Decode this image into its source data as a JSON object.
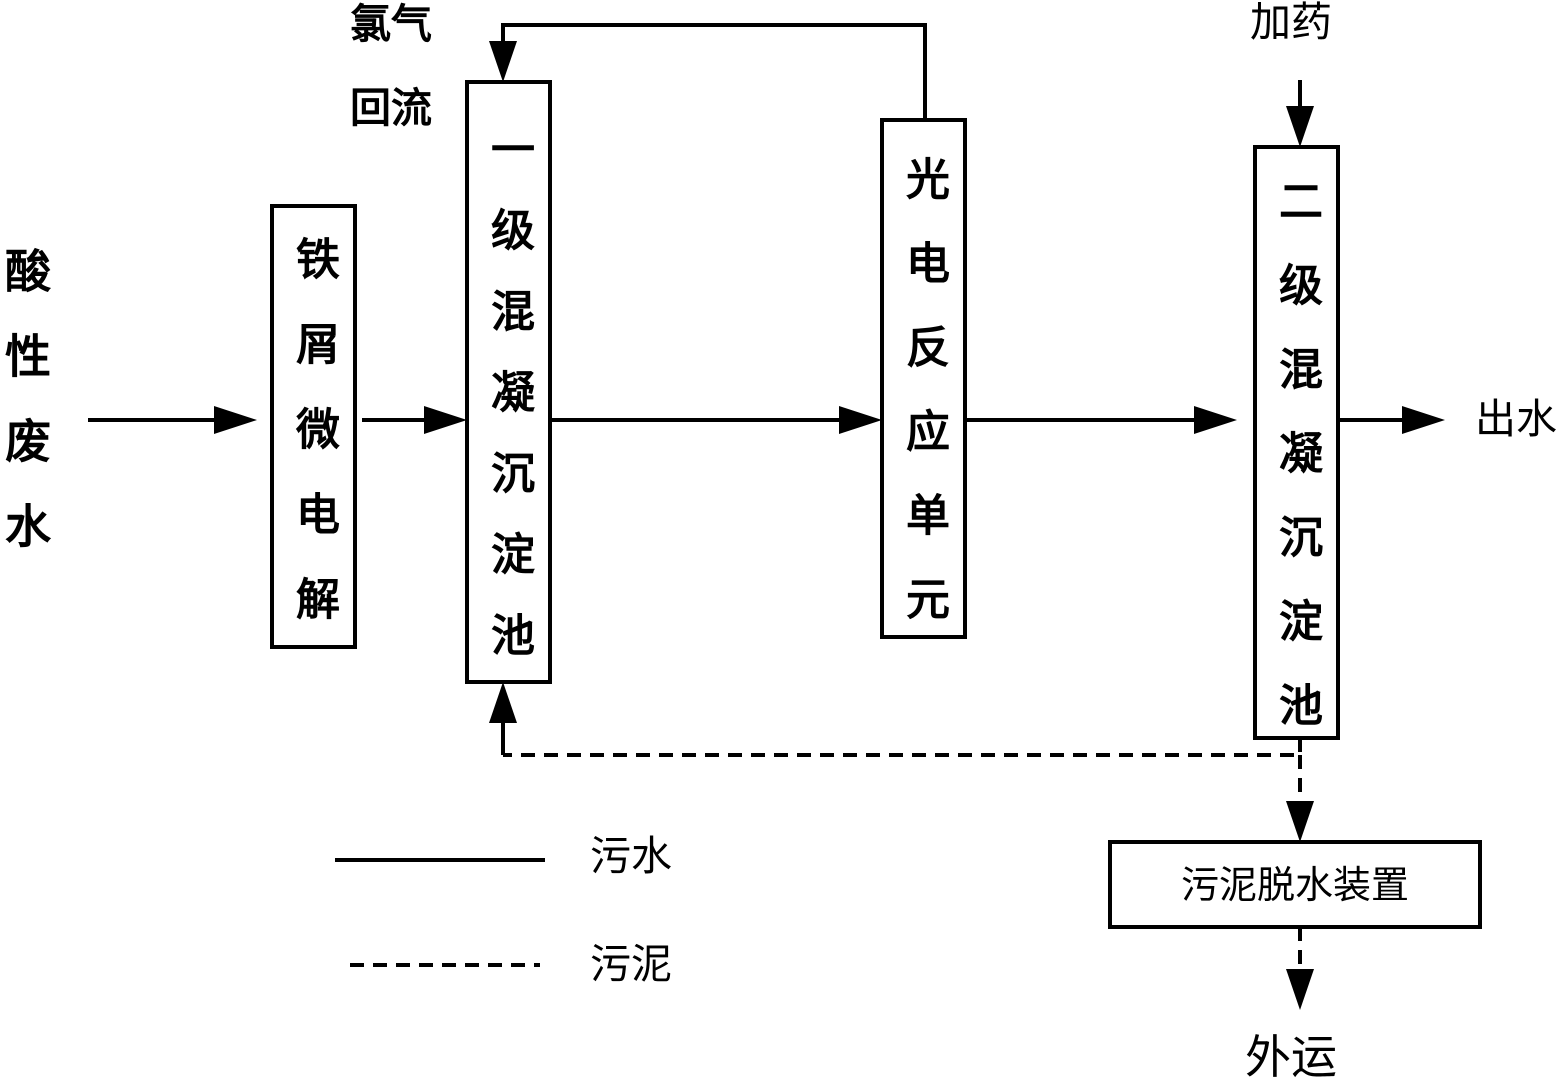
{
  "nodes": {
    "input": "酸性废水",
    "iron_micro_electrolysis": "铁屑微电解",
    "primary_coagulation": "一级混凝沉淀池",
    "photoelectric_unit": "光电反应单元",
    "secondary_coagulation": "二级混凝沉淀池",
    "sludge_dewatering": "污泥脱水装置"
  },
  "labels": {
    "chlorine": "氯气",
    "reflux": "回流",
    "dosing": "加药",
    "effluent": "出水",
    "transport": "外运"
  },
  "legend": [
    {
      "label": "污水"
    },
    {
      "label": "污泥"
    }
  ],
  "colors": {
    "stroke": "#000000",
    "background": "#ffffff"
  }
}
